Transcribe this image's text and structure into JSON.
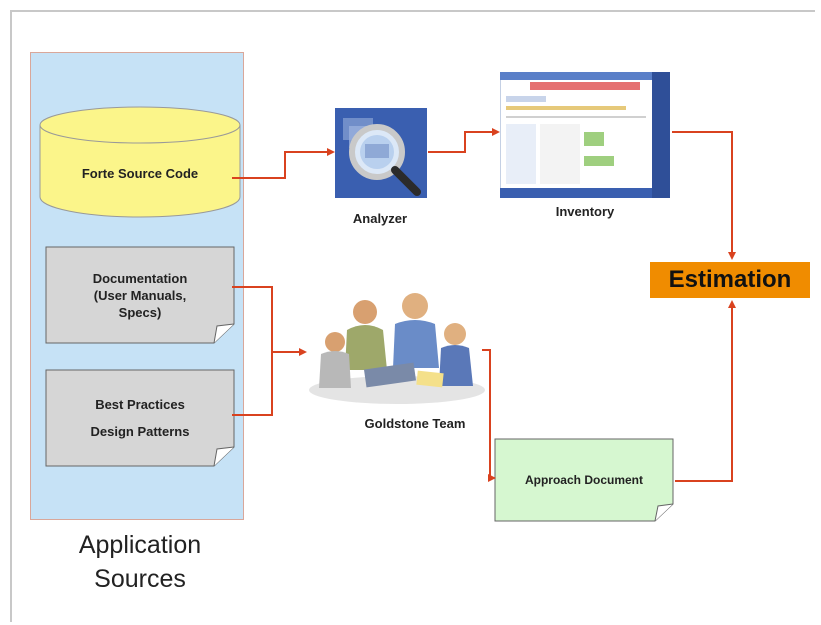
{
  "diagram": {
    "forte_source_code": "Forte Source Code",
    "documentation": {
      "line1": "Documentation",
      "line2": "(User Manuals,",
      "line3": "Specs)"
    },
    "best_practices": {
      "line1": "Best Practices",
      "line2": "Design Patterns"
    },
    "analyzer": "Analyzer",
    "inventory": "Inventory",
    "goldstone_team": "Goldstone Team",
    "approach_document": "Approach Document",
    "estimation": "Estimation",
    "application_sources": {
      "line1": "Application",
      "line2": "Sources"
    }
  },
  "colors": {
    "panel_fill": "#c6e2f6",
    "cylinder_fill": "#fbf58a",
    "note_fill": "#d6d6d6",
    "approach_fill": "#d6f7d0",
    "arrow": "#d9421f",
    "estimation_fill": "#f08c00"
  },
  "icons": {
    "analyzer": "magnifier-icon",
    "inventory": "screenshot-thumbnail",
    "team": "team-clipart"
  }
}
